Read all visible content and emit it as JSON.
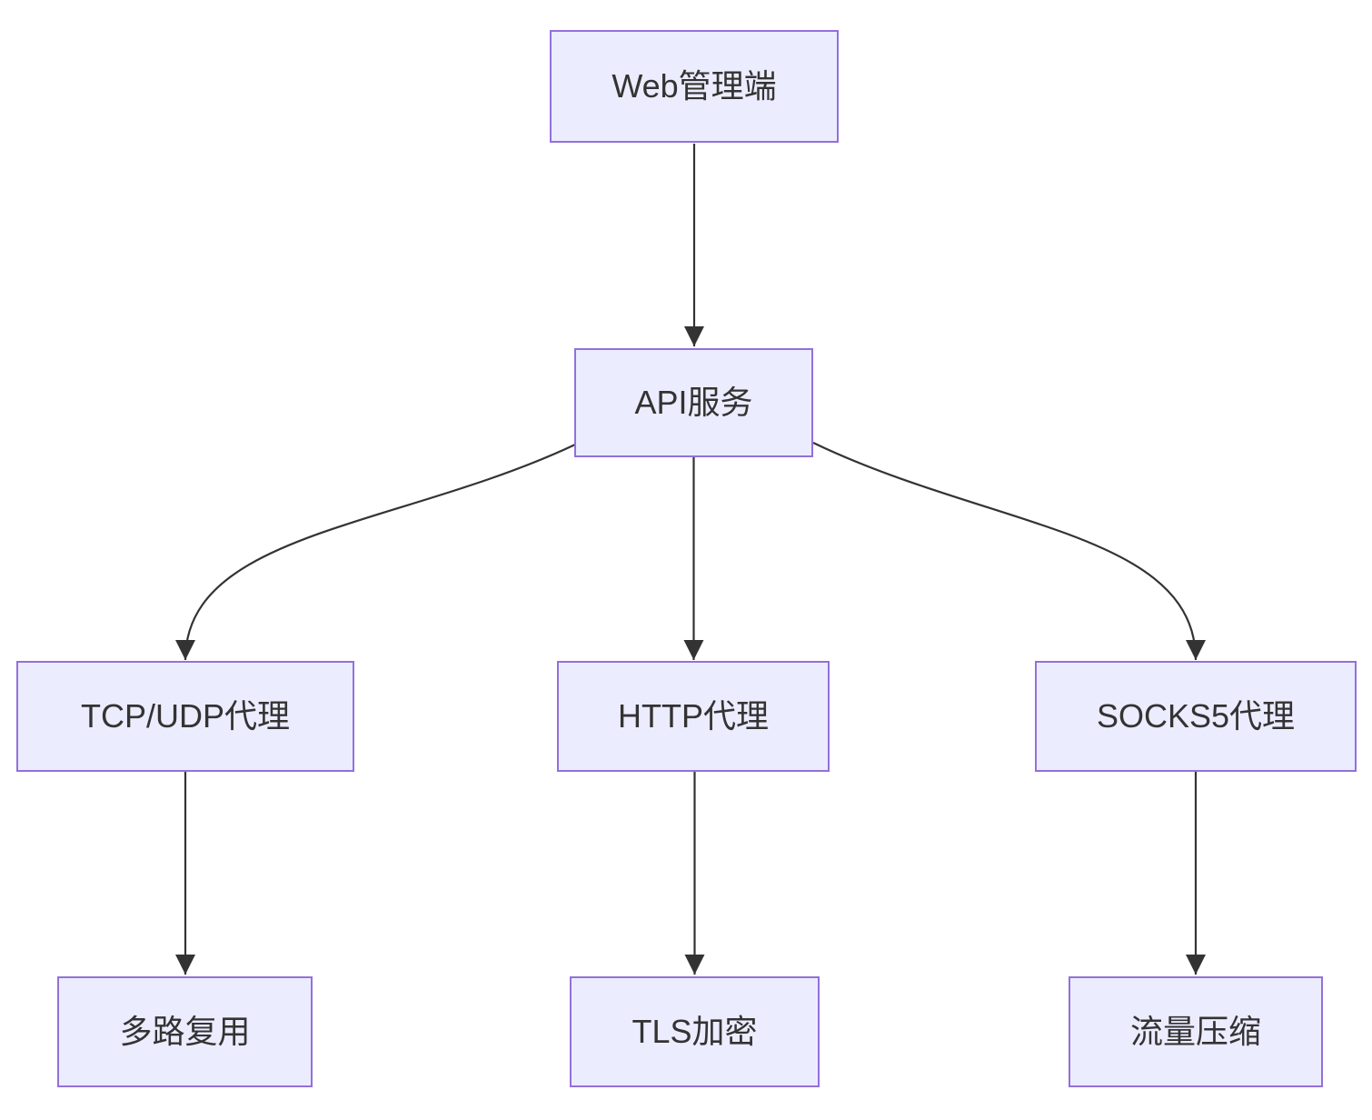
{
  "diagram": {
    "type": "flowchart",
    "direction": "top-down",
    "colors": {
      "background": "#ffffff",
      "node_fill": "#ECECFF",
      "node_border": "#9370DB",
      "edge": "#333333",
      "text": "#333333"
    },
    "nodes": {
      "web_admin": {
        "label": "Web管理端"
      },
      "api_service": {
        "label": "API服务"
      },
      "tcp_udp_proxy": {
        "label": "TCP/UDP代理"
      },
      "http_proxy": {
        "label": "HTTP代理"
      },
      "socks5_proxy": {
        "label": "SOCKS5代理"
      },
      "multiplexing": {
        "label": "多路复用"
      },
      "tls_encryption": {
        "label": "TLS加密"
      },
      "traffic_compression": {
        "label": "流量压缩"
      }
    },
    "edges": [
      {
        "from": "Web管理端",
        "to": "API服务"
      },
      {
        "from": "API服务",
        "to": "TCP/UDP代理"
      },
      {
        "from": "API服务",
        "to": "HTTP代理"
      },
      {
        "from": "API服务",
        "to": "SOCKS5代理"
      },
      {
        "from": "TCP/UDP代理",
        "to": "多路复用"
      },
      {
        "from": "HTTP代理",
        "to": "TLS加密"
      },
      {
        "from": "SOCKS5代理",
        "to": "流量压缩"
      }
    ]
  }
}
